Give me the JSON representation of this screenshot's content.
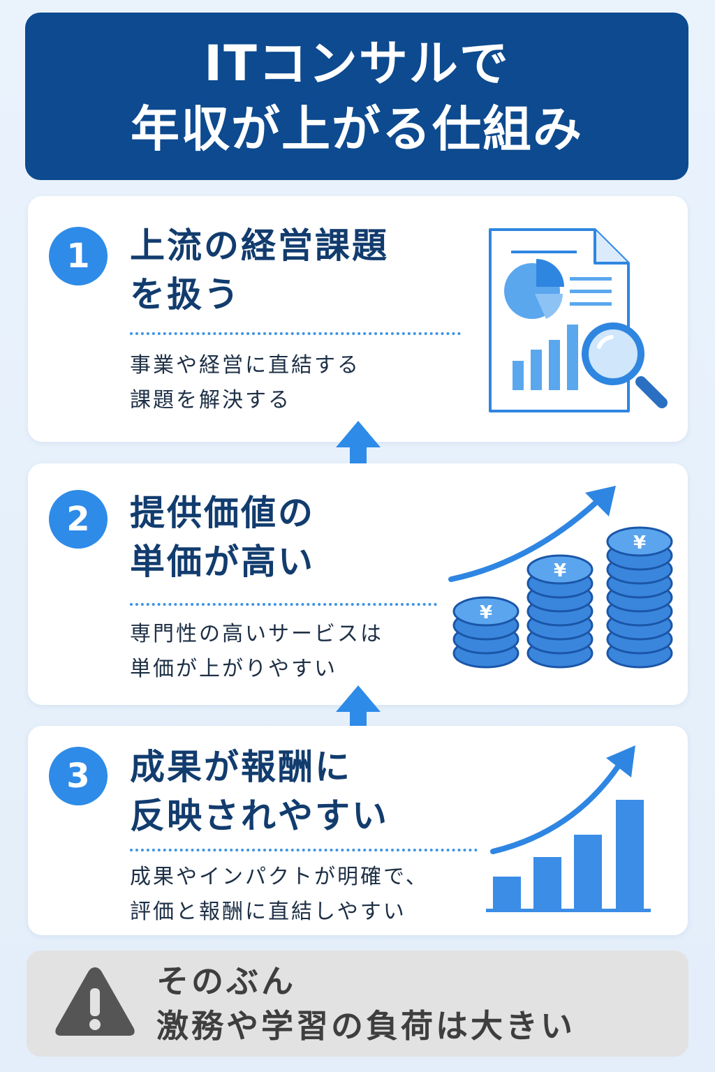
{
  "header": {
    "line1": "ITコンサルで",
    "line2": "年収が上がる仕組み"
  },
  "cards": [
    {
      "number": "1",
      "title1": "上流の経営課題",
      "title2": "を扱う",
      "desc1": "事業や経営に直結する",
      "desc2": "課題を解決する",
      "icon": "document-search-icon"
    },
    {
      "number": "2",
      "title1": "提供価値の",
      "title2": "単価が高い",
      "desc1": "専門性の高いサービスは",
      "desc2": "単価が上がりやすい",
      "icon": "yen-coins-growth-icon",
      "coin_symbol": "¥"
    },
    {
      "number": "3",
      "title1": "成果が報酬に",
      "title2": "反映されやすい",
      "desc1": "成果やインパクトが明確で、",
      "desc2": "評価と報酬に直結しやすい",
      "icon": "bar-growth-chart-icon"
    }
  ],
  "warning": {
    "line1": "そのぶん",
    "line2": "激務や学習の負荷は大きい",
    "icon": "warning-icon"
  },
  "colors": {
    "navy": "#0d4a8f",
    "accent": "#2e8be8",
    "text": "#123c6e",
    "warning_bg": "#e2e2e2"
  }
}
